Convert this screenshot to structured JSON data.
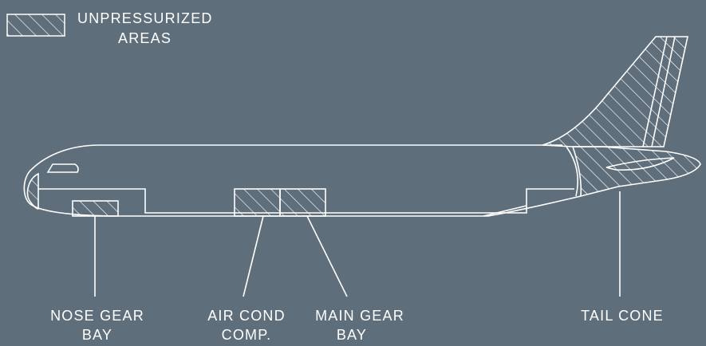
{
  "legend": {
    "line1": "UNPRESSURIZED",
    "line2": "AREAS"
  },
  "callouts": {
    "nose_gear": {
      "line1": "NOSE GEAR",
      "line2": "BAY"
    },
    "air_cond": {
      "line1": "AIR COND",
      "line2": "COMP."
    },
    "main_gear": {
      "line1": "MAIN GEAR",
      "line2": "BAY"
    },
    "tail_cone": {
      "line1": "TAIL CONE"
    }
  },
  "colors": {
    "background": "#5f6e7b",
    "line": "#ffffff"
  }
}
